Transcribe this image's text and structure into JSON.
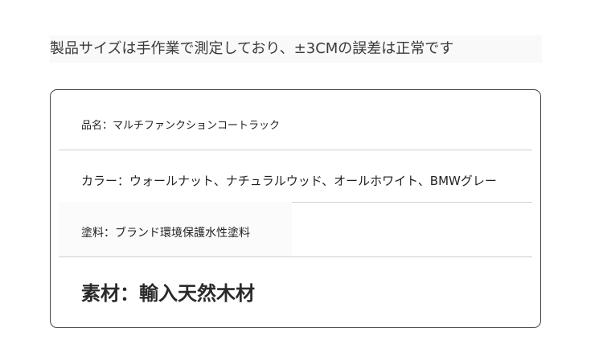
{
  "notice": "製品サイズは手作業で測定しており、±3CMの誤差は正常です",
  "specs": [
    {
      "text": "品名：マルチファンクションコートラック"
    },
    {
      "text": "カラー：ウォールナット、ナチュラルウッド、オールホワイト、BMWグレー"
    },
    {
      "text": "塗料：ブランド環境保護水性塗料"
    },
    {
      "text": "素材：輸入天然木材"
    }
  ]
}
